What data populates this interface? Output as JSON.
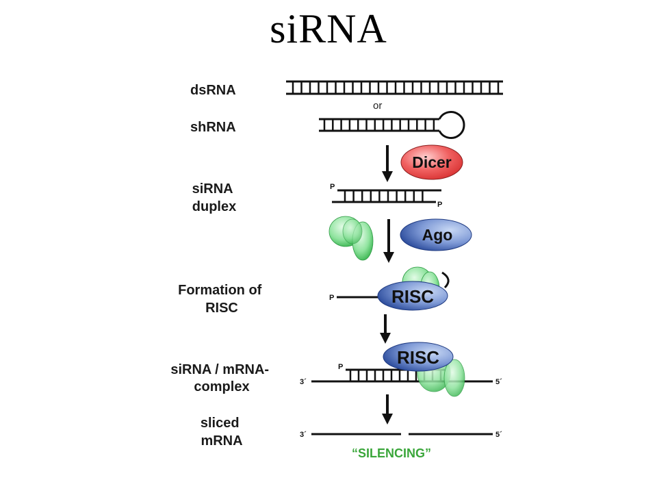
{
  "title": "siRNA",
  "steps": [
    {
      "label_lines": [
        "dsRNA"
      ]
    },
    {
      "label_lines": [
        "shRNA"
      ]
    },
    {
      "label_lines": [
        "siRNA",
        "duplex"
      ]
    },
    {
      "label_lines": [
        "Formation of",
        "RISC"
      ]
    },
    {
      "label_lines": [
        "siRNA / mRNA-",
        "complex"
      ]
    },
    {
      "label_lines": [
        "sliced",
        "mRNA"
      ]
    }
  ],
  "or_text": "or",
  "proteins": {
    "dicer": "Dicer",
    "ago": "Ago",
    "risc": "RISC"
  },
  "phosphate": "P",
  "ends": {
    "three_prime": "3´",
    "five_prime": "5´"
  },
  "outcome": "“SILENCING”",
  "colors": {
    "dicer": "#e84a4a",
    "ago_risc": "#3a5fb0",
    "argonaute": "#5fcf72",
    "silencing": "#3aa63a"
  }
}
